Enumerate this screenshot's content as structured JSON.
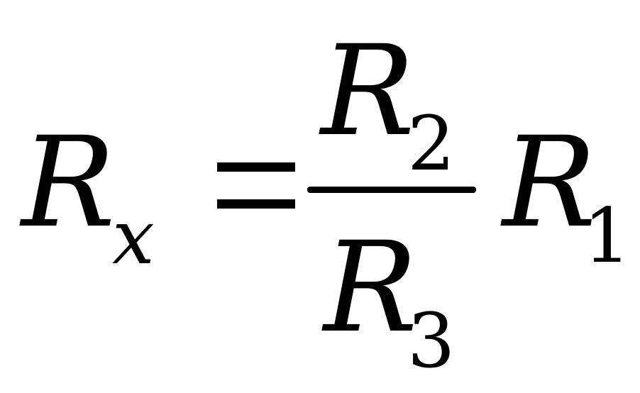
{
  "formula": {
    "lhs": {
      "symbol": "R",
      "subscript": "x"
    },
    "relation": "=",
    "fraction": {
      "numerator": {
        "symbol": "R",
        "subscript": "2"
      },
      "denominator": {
        "symbol": "R",
        "subscript": "3"
      }
    },
    "multiplier": {
      "symbol": "R",
      "subscript": "1"
    }
  }
}
